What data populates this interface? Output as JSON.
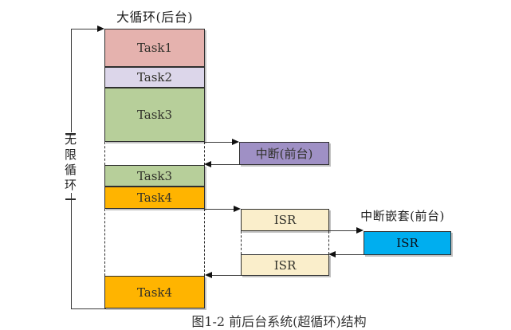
{
  "title": "大循环(后台)",
  "vertical_label": {
    "text": "无限循环",
    "chars": [
      "无",
      "限",
      "循",
      "环"
    ]
  },
  "column": {
    "task1": "Task1",
    "task2": "Task2",
    "task3_first": "Task3",
    "task3_second": "Task3",
    "task4_first": "Task4",
    "task4_second": "Task4"
  },
  "interrupt": {
    "label": "中断(前台)"
  },
  "isr": {
    "first": "ISR",
    "second": "ISR"
  },
  "nested_interrupt": {
    "title": "中断嵌套(前台)",
    "label": "ISR"
  },
  "caption_fragment": "图1-2 前后台系统(超循环)结构",
  "colors": {
    "task1": "#e5b2ae",
    "task2": "#dcd6ea",
    "task3": "#b7cf9a",
    "task4": "#ffb400",
    "interrupt": "#9f90c5",
    "isr": "#faeecb",
    "nested_isr": "#00aeef",
    "line": "#3a3a3a"
  }
}
